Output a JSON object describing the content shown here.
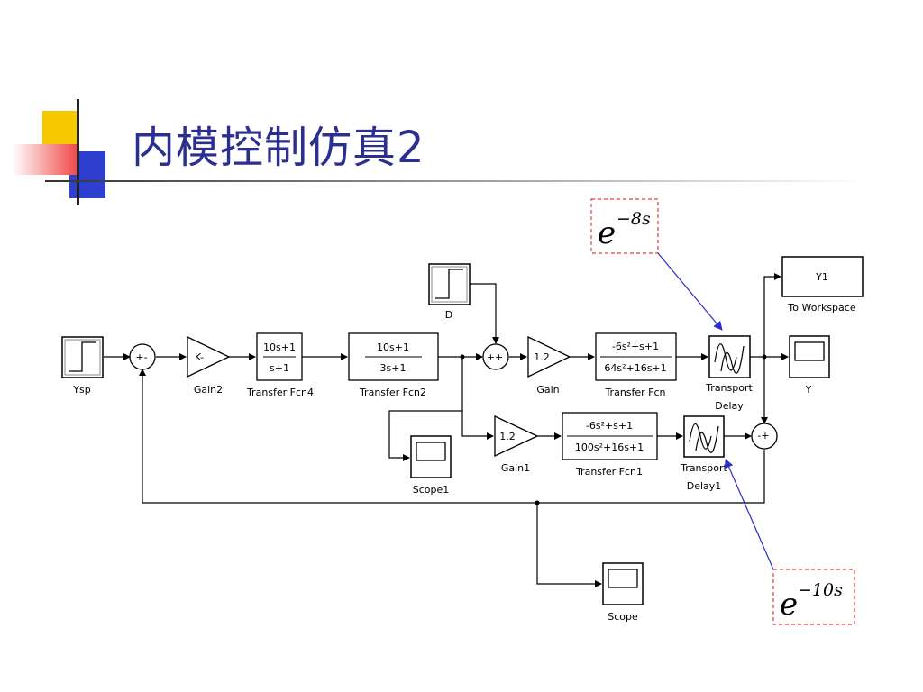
{
  "slide": {
    "title": "内模控制仿真2"
  },
  "blocks": {
    "ysp": "Ysp",
    "sum1_signs": "+-",
    "gain2": {
      "value": "K-",
      "label": "Gain2"
    },
    "tf4": {
      "num": "10s+1",
      "den": "s+1",
      "label": "Transfer Fcn4"
    },
    "tf2": {
      "num": "10s+1",
      "den": "3s+1",
      "label": "Transfer Fcn2"
    },
    "d": "D",
    "sum2_signs": "++",
    "gain": {
      "value": "1.2",
      "label": "Gain"
    },
    "tf": {
      "num": "-6s²+s+1",
      "den": "64s²+16s+1",
      "label": "Transfer Fcn"
    },
    "td": {
      "label1": "Transport",
      "label2": "Delay"
    },
    "y1": {
      "value": "Y1",
      "label": "To Workspace"
    },
    "y": "Y",
    "sum3_signs": "-+",
    "scope1": "Scope1",
    "gain1": {
      "value": "1.2",
      "label": "Gain1"
    },
    "tf1": {
      "num": "-6s²+s+1",
      "den": "100s²+16s+1",
      "label": "Transfer Fcn1"
    },
    "td1": {
      "label1": "Transport",
      "label2": "Delay1"
    },
    "scope": "Scope"
  },
  "annotations": {
    "delay_top": {
      "base": "e",
      "exp": "−8s"
    },
    "delay_bottom": {
      "base": "e",
      "exp": "−10s"
    }
  },
  "colors": {
    "title": "#2b2f8f",
    "annotation_border": "#e0403a",
    "annotation_arrow": "#2c2ccc",
    "deco_yellow": "#f7c800",
    "deco_red": "#f05050",
    "deco_blue": "#2f3fd0"
  }
}
